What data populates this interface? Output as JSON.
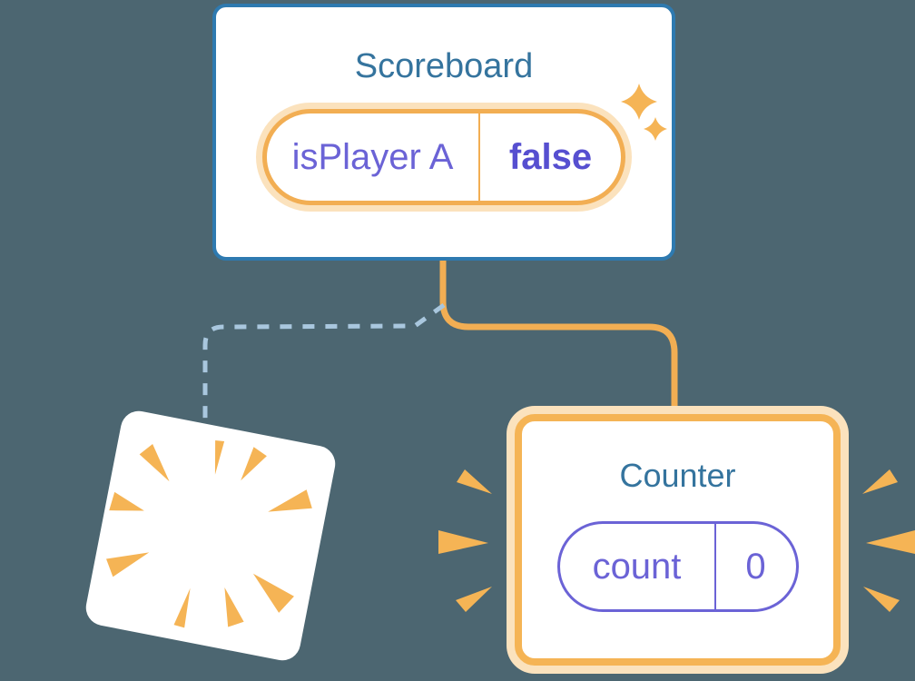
{
  "canvas": {
    "background_color": "#4c6671"
  },
  "scoreboard": {
    "title": "Scoreboard",
    "state": {
      "name": "isPlayer A",
      "value": "false"
    },
    "icon": "sparkles-icon"
  },
  "destroyed_component": {
    "icon": "poof-burst-icon",
    "connector": "dashed-severed-connector"
  },
  "counter": {
    "title": "Counter",
    "state": {
      "name": "count",
      "value": "0"
    },
    "icon": "emphasis-marks-icon",
    "connector": "solid-state-connector"
  },
  "colors": {
    "bg": "#4c6671",
    "card_white": "#ffffff",
    "blue_border": "#2e7ab0",
    "title_blue": "#35749e",
    "orange": "#f2ae53",
    "orange_light": "#fbe2bd",
    "purple": "#6b63d6",
    "purple_bold": "#564fd0",
    "dash_blue": "#a9c7de",
    "burst": "#f5b455"
  }
}
